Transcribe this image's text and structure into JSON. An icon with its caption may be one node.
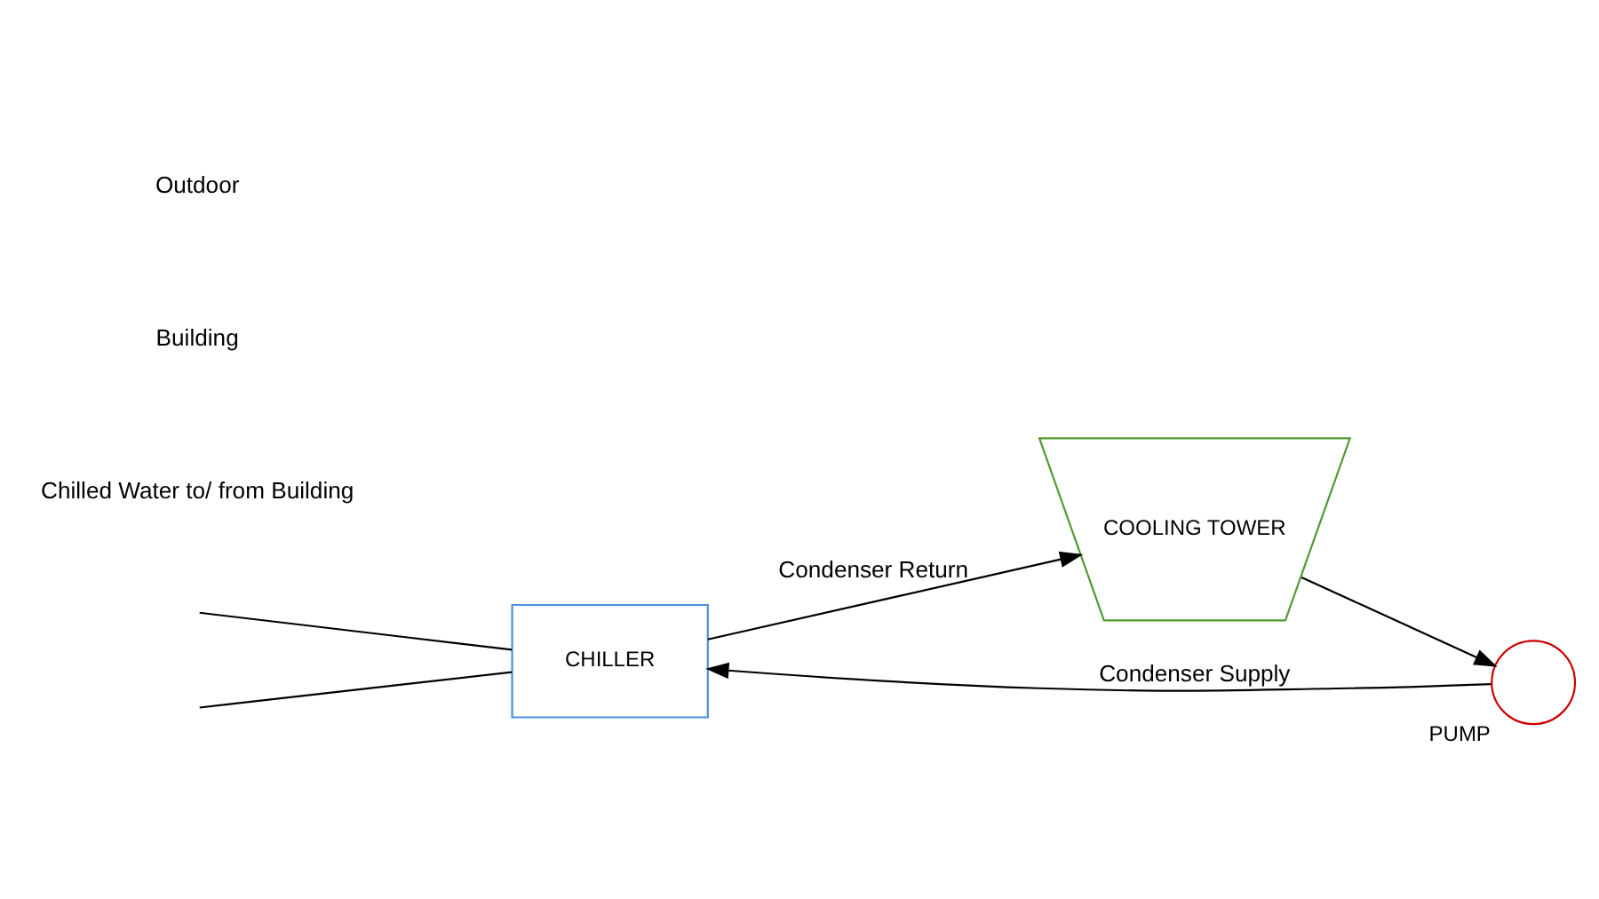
{
  "diagram": {
    "nodes": [
      {
        "text": [
          "CHILLER"
        ]
      },
      {
        "text": [
          "COOLING TOWER"
        ]
      },
      {
        "text": [],
        "shape": "circle",
        "beside": [
          "PUMP"
        ]
      }
    ],
    "edges": [
      {
        "from": null,
        "to": 0,
        "arrow": "none"
      },
      {
        "from": null,
        "to": 0,
        "arrow": "none"
      },
      {
        "from": 0,
        "to": 1,
        "arrow": "to",
        "label": "Condenser Return"
      },
      {
        "from": 1,
        "to": 2,
        "arrow": "to"
      },
      {
        "from": 2,
        "to": 0,
        "arrow": "to",
        "label": "Condenser Supply"
      }
    ],
    "labels": [
      "Chilled Water to/ from Building",
      "Building",
      "Outdoor"
    ]
  }
}
